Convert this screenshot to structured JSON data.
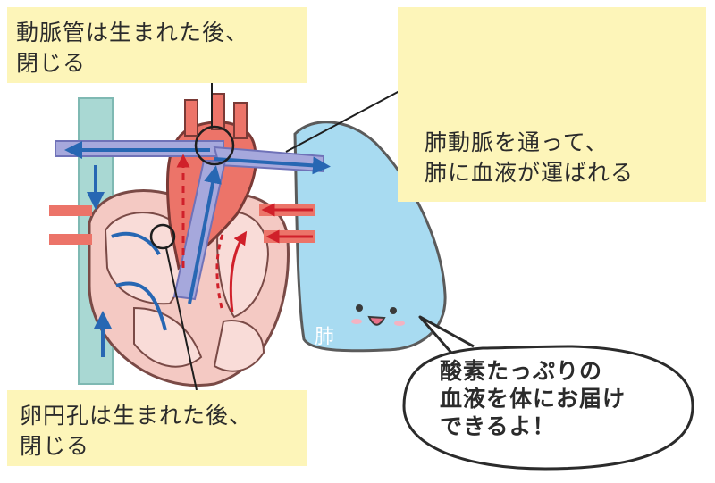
{
  "callouts": {
    "ductus": "動脈管は生まれた後、\n閉じる",
    "foramen": "卵円孔は生まれた後、\n閉じる",
    "pulmonary_artery": "肺動脈を通って、\n肺に血液が運ばれる"
  },
  "lung": {
    "label": "肺",
    "speech": "酸素たっぷりの\n血液を体にお届け\nできるよ！"
  },
  "colors": {
    "callout_bg": "#fdf5b9",
    "vein_teal": "#a9d8d3",
    "artery_purple": "#a6a8dc",
    "heart_pink": "#f4c9c3",
    "aorta_red": "#ec7469",
    "blood_blue": "#2767b3",
    "blood_red": "#d0202a",
    "lung_blue": "#a8dbf1"
  }
}
